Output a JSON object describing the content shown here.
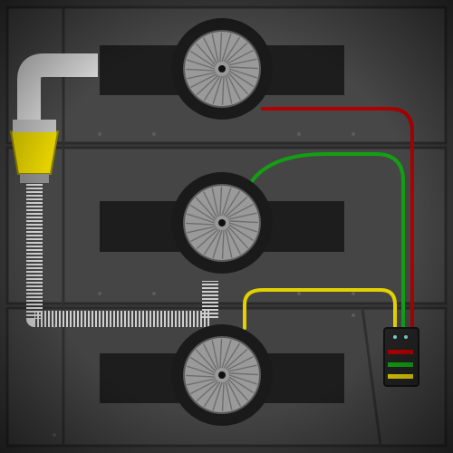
{
  "colors": {
    "background": "#3a3a3a",
    "panel": "#4a4a4a",
    "panel_edge": "#2a2a2a",
    "slot": "#1d1d1d",
    "fan_ring": "#1a1a1a",
    "fan_blades": "#9a9a9a",
    "pipe": "#d8d8d8",
    "funnel": "#e3d000",
    "wire_red": "#b00000",
    "wire_green": "#12a012",
    "wire_yellow": "#e3d000",
    "controller": "#222222",
    "led": "#7fd4c8"
  },
  "scene": {
    "fans": [
      {
        "name": "fan-top-icon"
      },
      {
        "name": "fan-middle-icon"
      },
      {
        "name": "fan-bottom-icon"
      }
    ],
    "wires": [
      "red",
      "green",
      "yellow"
    ],
    "controller_bars": [
      "red",
      "green",
      "yellow"
    ]
  }
}
